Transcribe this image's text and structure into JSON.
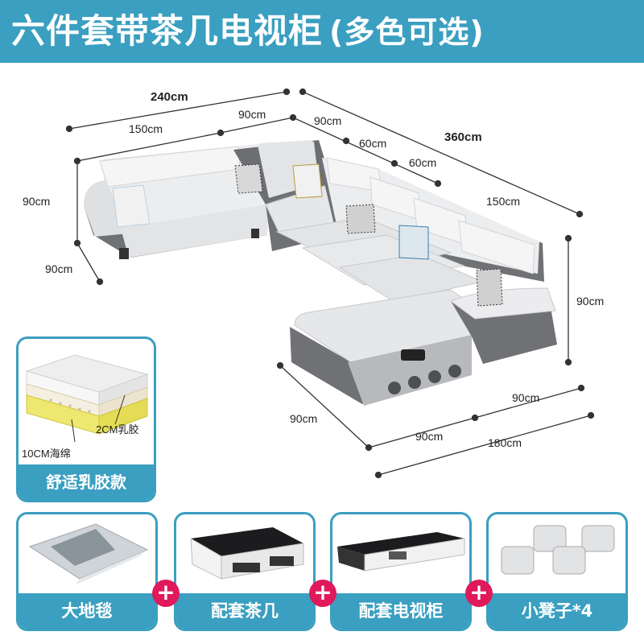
{
  "banner": {
    "title": "六件套带茶几电视柜",
    "subtitle": "(多色可选)"
  },
  "dimensions": {
    "top_total": "240cm",
    "left_section": "150cm",
    "corner_top": "90cm",
    "corner_side": "90cm",
    "right_total": "360cm",
    "seat_a": "60cm",
    "seat_b": "60cm",
    "right_section": "150cm",
    "left_height": "90cm",
    "left_depth": "90cm",
    "right_height": "90cm",
    "chaise_depth": "90cm",
    "chaise_front_right": "90cm",
    "chaise_front_left": "90cm",
    "chaise_total": "180cm"
  },
  "latex": {
    "label": "舒适乳胶款",
    "latex_note": "2CM乳胶",
    "sponge_note": "10CM海绵"
  },
  "accessories": [
    {
      "label": "大地毯",
      "icon": "rug-icon"
    },
    {
      "label": "配套茶几",
      "icon": "coffee-table-icon"
    },
    {
      "label": "配套电视柜",
      "icon": "tv-cabinet-icon"
    },
    {
      "label": "小凳子*4",
      "icon": "stool-icon"
    }
  ],
  "plus_symbol": "+",
  "colors": {
    "accent": "#3a9fc0",
    "plus": "#e0195b",
    "sofa_light": "#e9eaec",
    "sofa_dark": "#6f7174"
  }
}
